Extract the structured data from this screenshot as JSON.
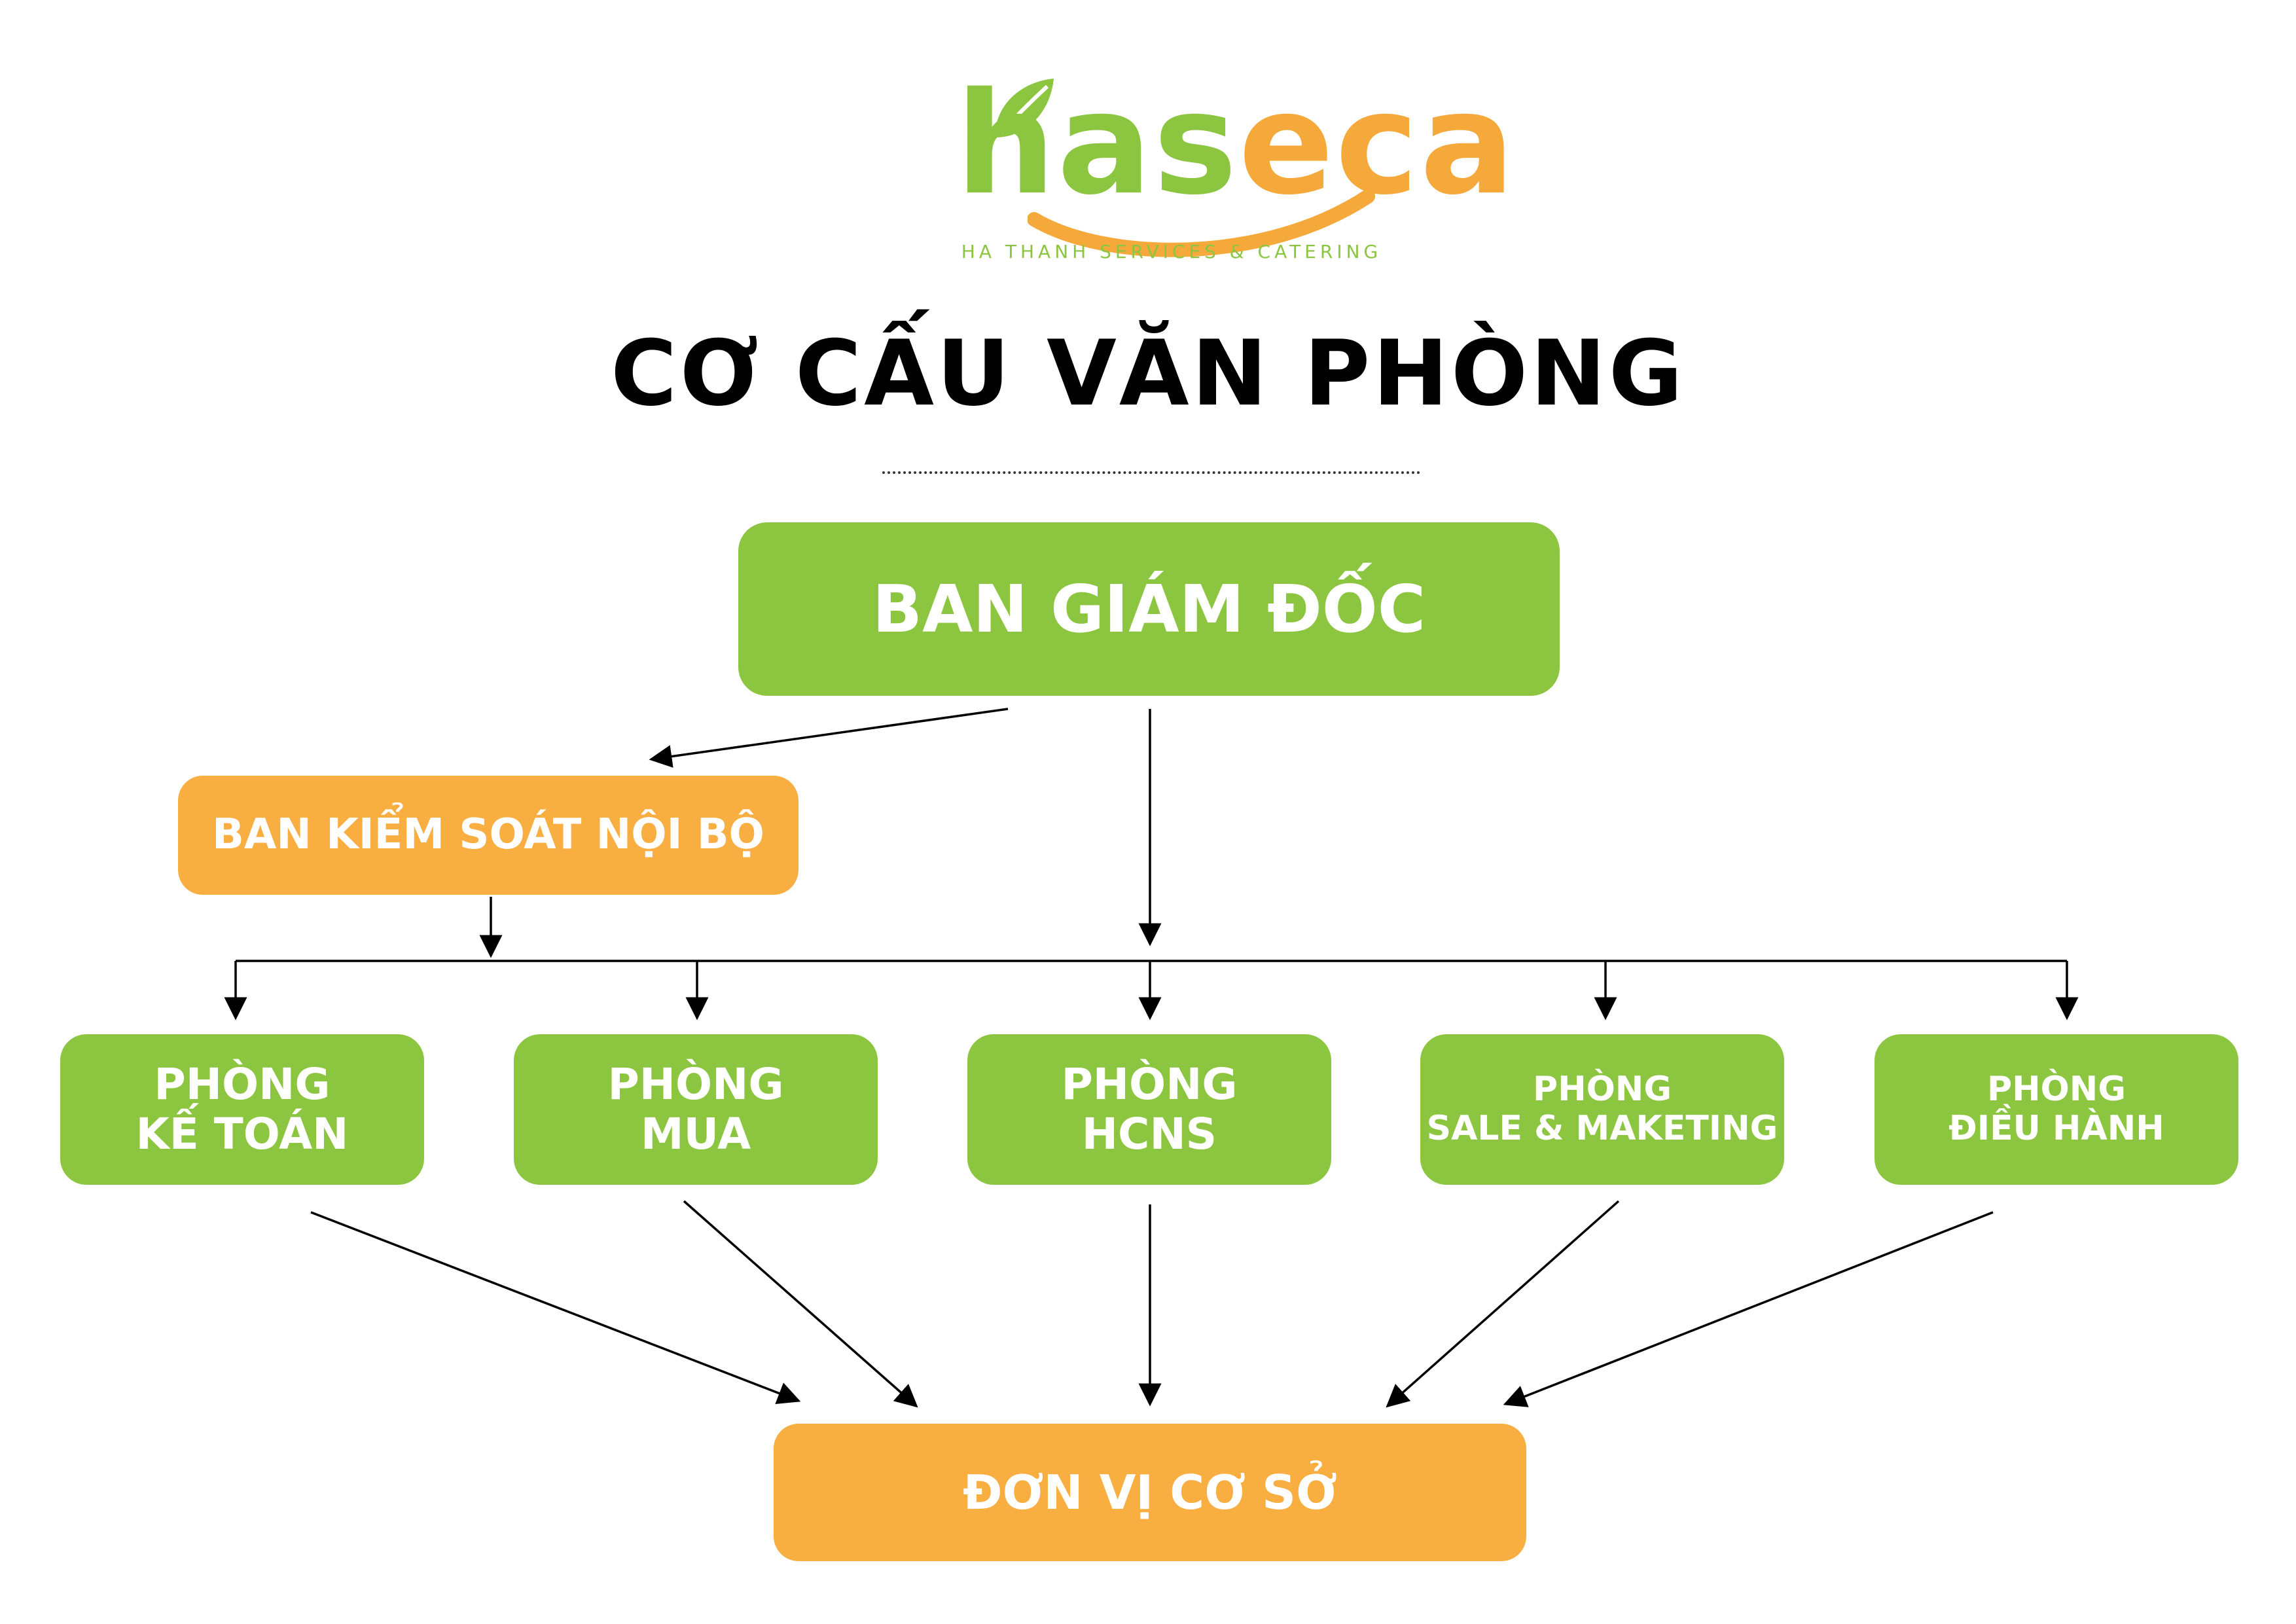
{
  "brand": {
    "wordmark_green": "has",
    "wordmark_orange": "ec",
    "wordmark_tail": "a",
    "tagline": "HA THANH SERVICES & CATERING",
    "colors": {
      "green": "#8cc540",
      "orange": "#f6a93b"
    }
  },
  "title": "CƠ CẤU VĂN PHÒNG",
  "nodes": {
    "board": {
      "label": "BAN GIÁM ĐỐC"
    },
    "audit": {
      "label": "BAN KIỂM SOÁT NỘI BỘ"
    },
    "accounting": {
      "line1": "PHÒNG",
      "line2": "KẾ TOÁN"
    },
    "purchasing": {
      "line1": "PHÒNG",
      "line2": "MUA"
    },
    "hr": {
      "line1": "PHÒNG",
      "line2": "HCNS"
    },
    "sales": {
      "line1": "PHÒNG",
      "line2": "SALE & MAKETING"
    },
    "operations": {
      "line1": "PHÒNG",
      "line2": "ĐIỀU HÀNH"
    },
    "units": {
      "label": "ĐƠN VỊ CƠ SỞ"
    }
  },
  "colors": {
    "box_green": "#8cc540",
    "box_orange": "#f9ae42",
    "arrow": "#000000"
  }
}
